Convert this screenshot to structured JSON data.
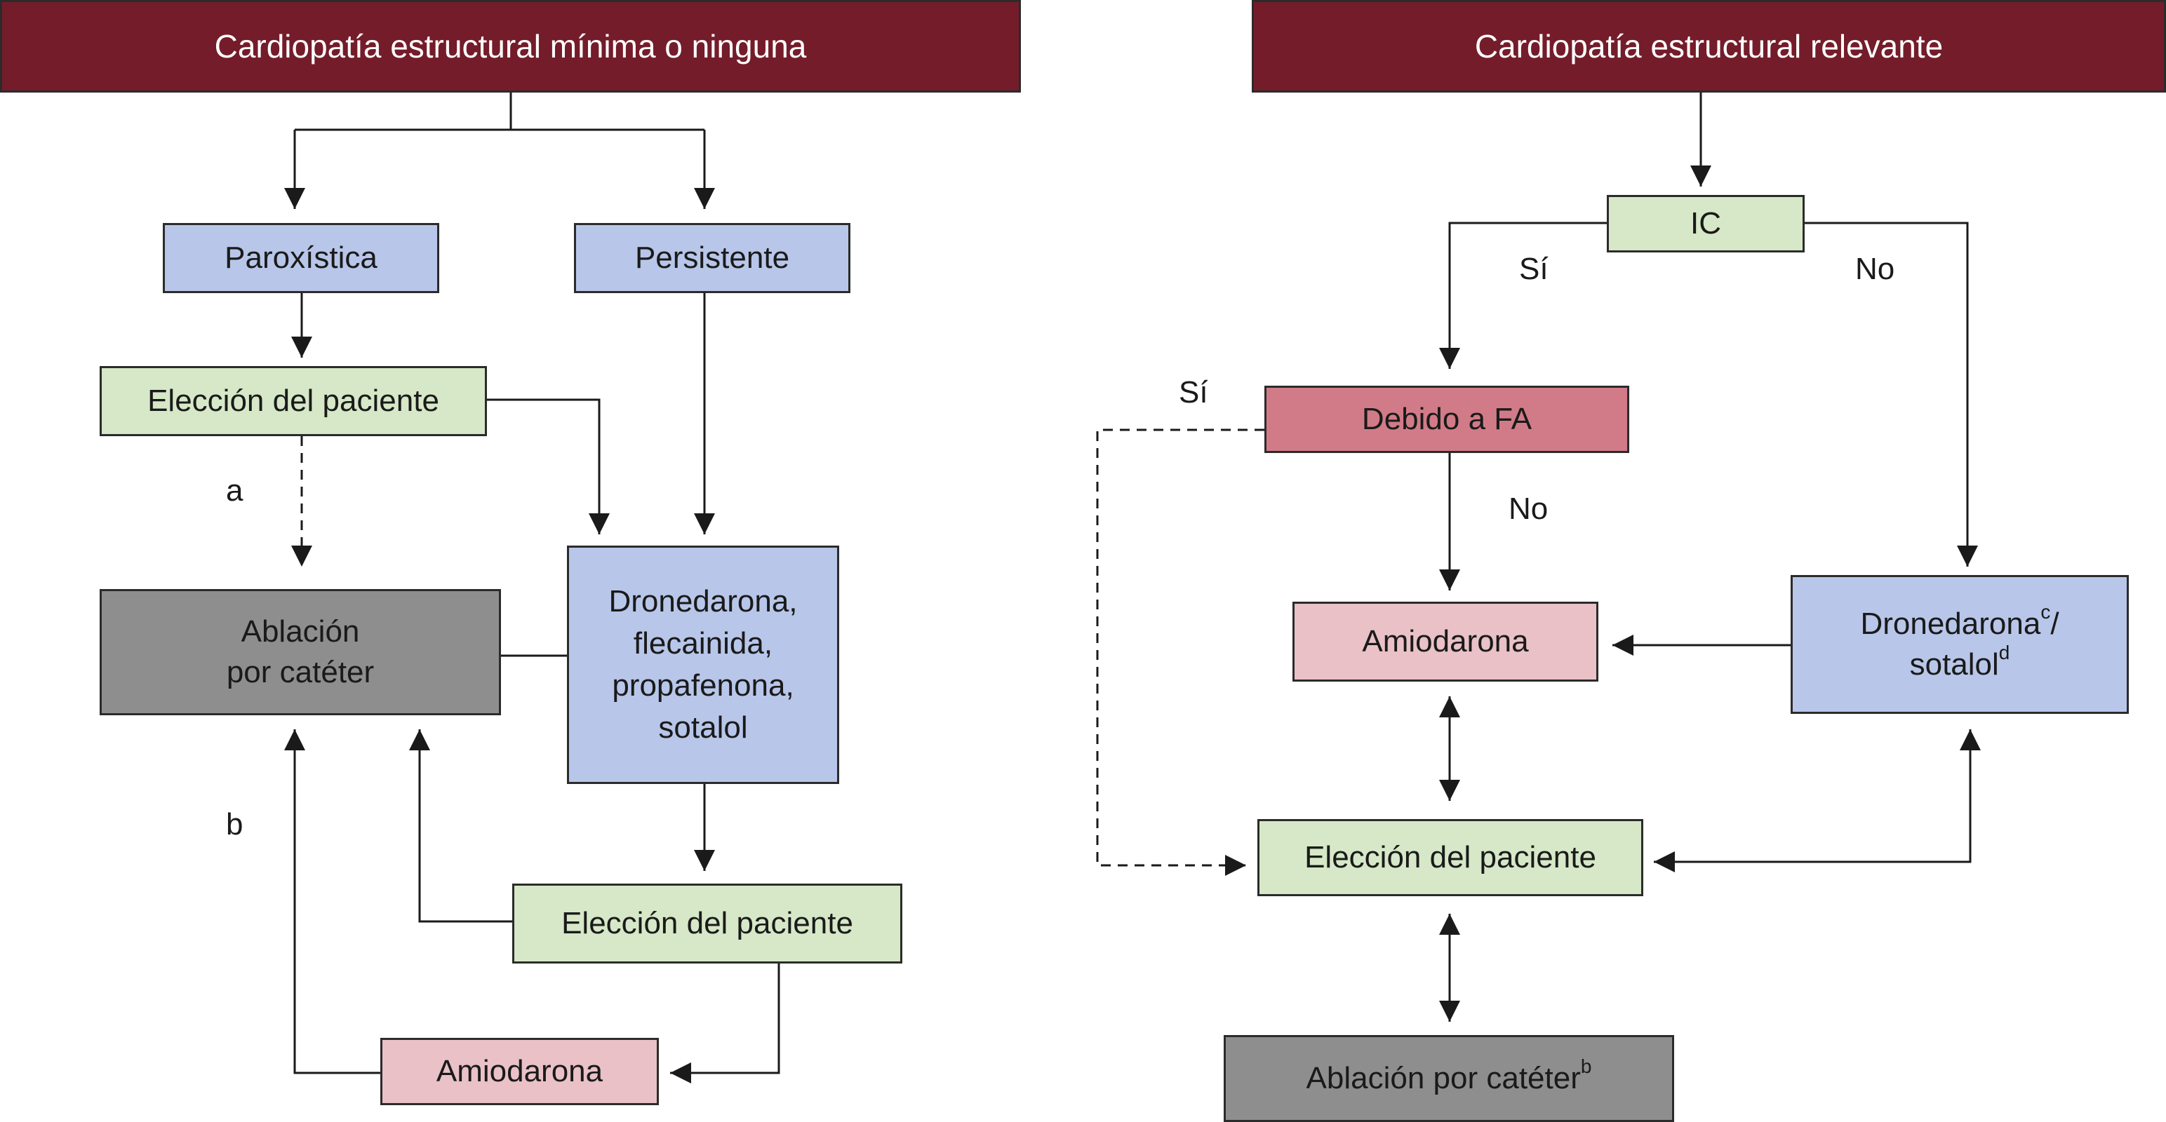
{
  "colors": {
    "header": "#741c2a",
    "blue": "#b8c6e9",
    "green": "#d6e8c7",
    "gray": "#8e8e8e",
    "pink_dark": "#d27b88",
    "pink_light": "#e9c1c7",
    "line": "#1a1a1a"
  },
  "left": {
    "header": "Cardiopatía estructural mínima o ninguna",
    "paroxistica": "Paroxística",
    "persistente": "Persistente",
    "eleccion_1": "Elección del paciente",
    "ablacion_line1": "Ablación",
    "ablacion_line2": "por catéter",
    "drugs_line1": "Dronedarona,",
    "drugs_line2": "flecainida,",
    "drugs_line3": "propafenona,",
    "drugs_line4": "sotalol",
    "eleccion_2": "Elección del paciente",
    "amiodarona": "Amiodarona",
    "label_a": "a",
    "label_b": "b"
  },
  "right": {
    "header": "Cardiopatía estructural relevante",
    "ic": "IC",
    "si_1": "Sí",
    "no_1": "No",
    "si_2": "Sí",
    "debido_fa": "Debido a FA",
    "no_2": "No",
    "amiodarona": "Amiodarona",
    "dronedarona": "Dronedarona",
    "dronedarona_sup": "c",
    "slash": "/",
    "sotalol": "sotalol",
    "sotalol_sup": "d",
    "eleccion": "Elección del paciente",
    "ablacion": "Ablación por catéter",
    "ablacion_sup": "b"
  }
}
